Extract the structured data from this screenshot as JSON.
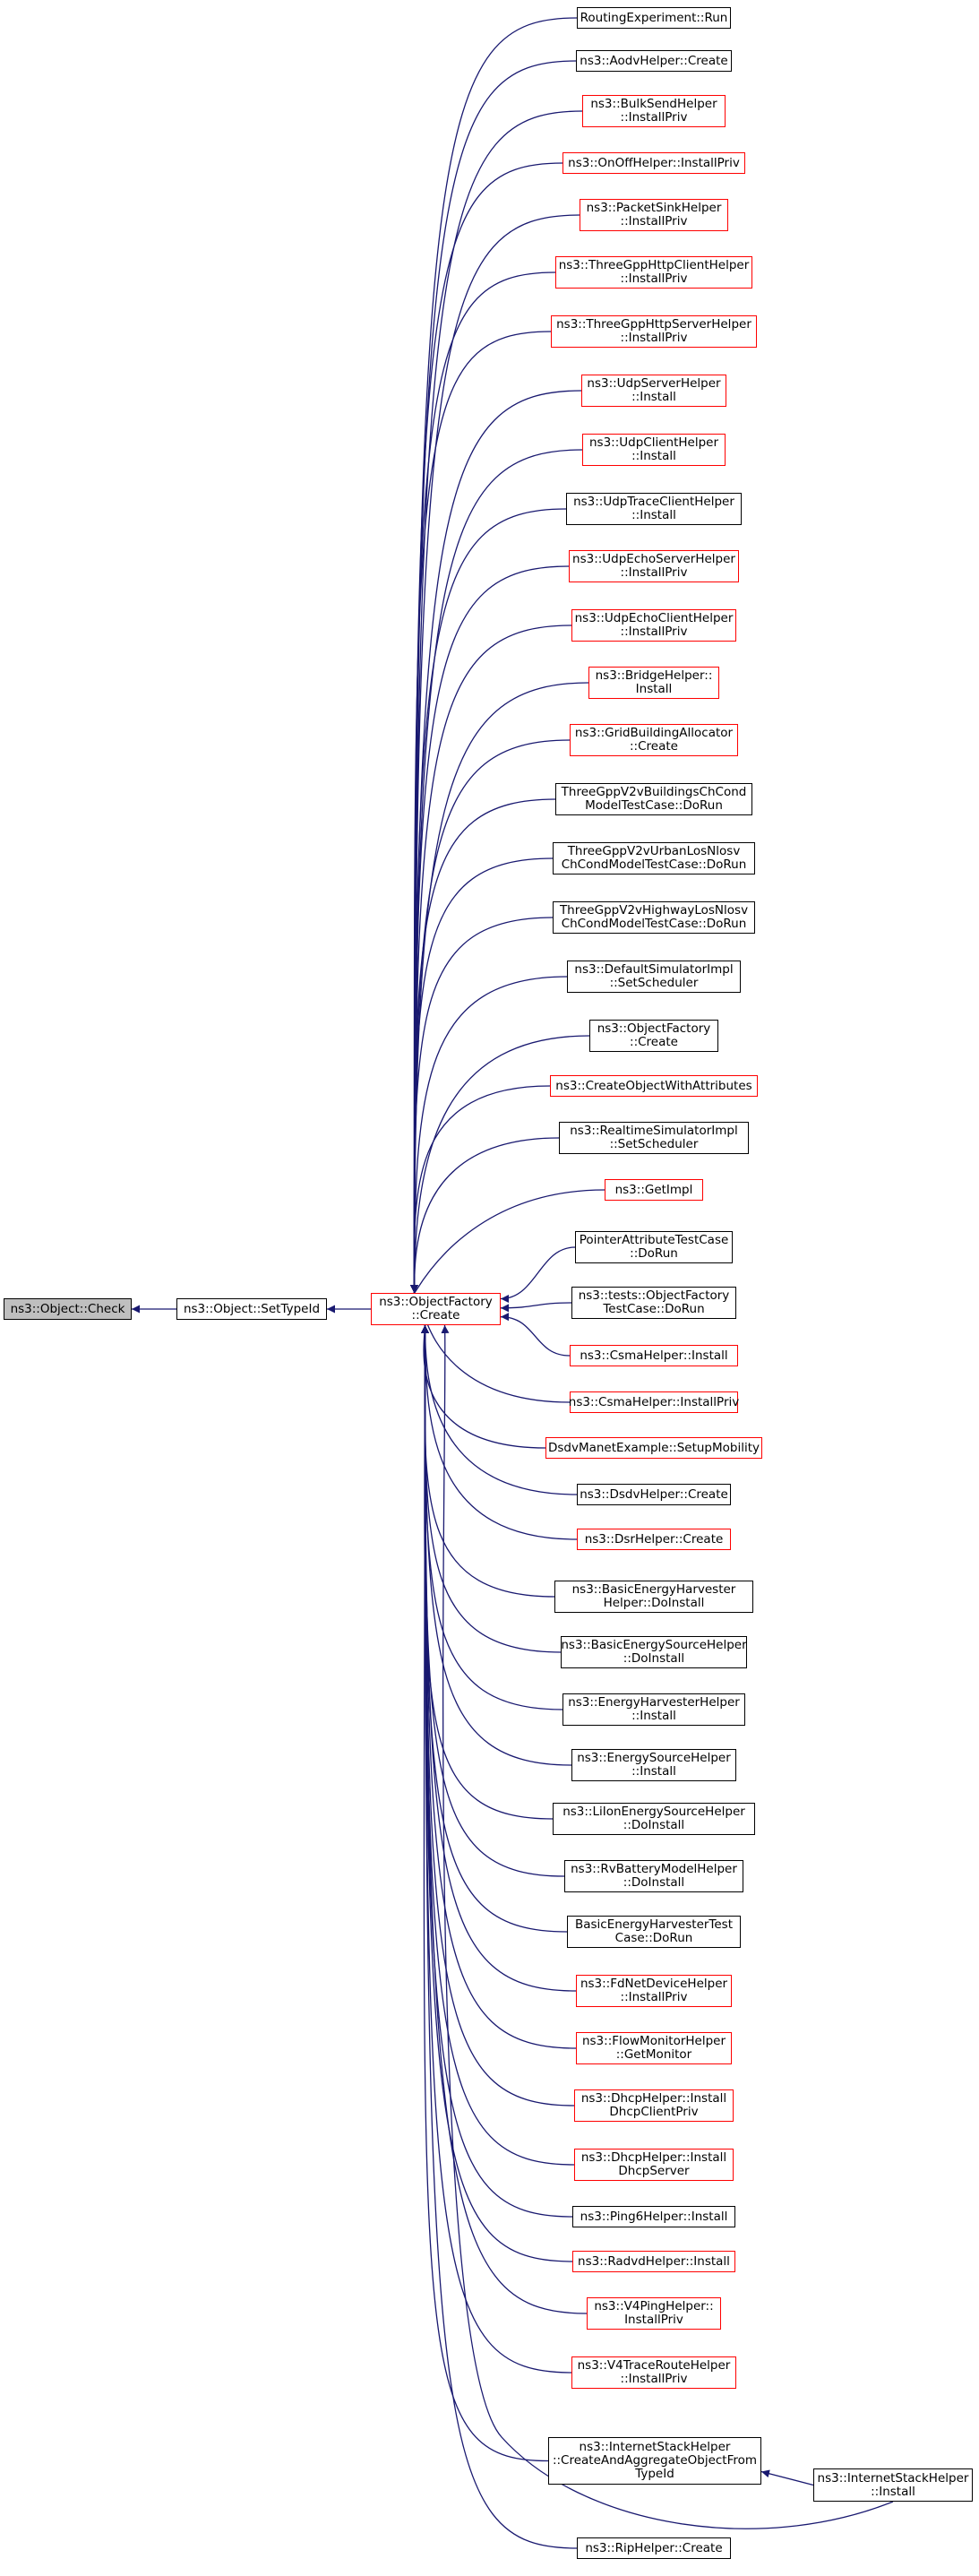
{
  "diagram": {
    "type": "doxygen-caller-graph",
    "colors": {
      "edge": "#191970",
      "node_border": "#000000",
      "incomplete_border": "#ff0000",
      "root_fill": "#bfbfbf"
    },
    "nodes": [
      {
        "id": "root",
        "label": "ns3::Object::Check",
        "style": "root"
      },
      {
        "id": "settypeid",
        "label": "ns3::Object::SetTypeId",
        "style": "black"
      },
      {
        "id": "of_create",
        "label": "ns3::ObjectFactory\n::Create",
        "style": "red"
      },
      {
        "id": "c0",
        "label": "RoutingExperiment::Run",
        "style": "black"
      },
      {
        "id": "c1",
        "label": "ns3::AodvHelper::Create",
        "style": "black"
      },
      {
        "id": "c2",
        "label": "ns3::BulkSendHelper\n::InstallPriv",
        "style": "red"
      },
      {
        "id": "c3",
        "label": "ns3::OnOffHelper::InstallPriv",
        "style": "red"
      },
      {
        "id": "c4",
        "label": "ns3::PacketSinkHelper\n::InstallPriv",
        "style": "red"
      },
      {
        "id": "c5",
        "label": "ns3::ThreeGppHttpClientHelper\n::InstallPriv",
        "style": "red"
      },
      {
        "id": "c6",
        "label": "ns3::ThreeGppHttpServerHelper\n::InstallPriv",
        "style": "red"
      },
      {
        "id": "c7",
        "label": "ns3::UdpServerHelper\n::Install",
        "style": "red"
      },
      {
        "id": "c8",
        "label": "ns3::UdpClientHelper\n::Install",
        "style": "red"
      },
      {
        "id": "c9",
        "label": "ns3::UdpTraceClientHelper\n::Install",
        "style": "black"
      },
      {
        "id": "c10",
        "label": "ns3::UdpEchoServerHelper\n::InstallPriv",
        "style": "red"
      },
      {
        "id": "c11",
        "label": "ns3::UdpEchoClientHelper\n::InstallPriv",
        "style": "red"
      },
      {
        "id": "c12",
        "label": "ns3::BridgeHelper::\nInstall",
        "style": "red"
      },
      {
        "id": "c13",
        "label": "ns3::GridBuildingAllocator\n::Create",
        "style": "red"
      },
      {
        "id": "c14",
        "label": "ThreeGppV2vBuildingsChCond\nModelTestCase::DoRun",
        "style": "black"
      },
      {
        "id": "c15",
        "label": "ThreeGppV2vUrbanLosNlosv\nChCondModelTestCase::DoRun",
        "style": "black"
      },
      {
        "id": "c16",
        "label": "ThreeGppV2vHighwayLosNlosv\nChCondModelTestCase::DoRun",
        "style": "black"
      },
      {
        "id": "c17",
        "label": "ns3::DefaultSimulatorImpl\n::SetScheduler",
        "style": "black"
      },
      {
        "id": "c18",
        "label": "ns3::ObjectFactory\n::Create",
        "style": "black"
      },
      {
        "id": "c19",
        "label": "ns3::CreateObjectWithAttributes",
        "style": "red"
      },
      {
        "id": "c20",
        "label": "ns3::RealtimeSimulatorImpl\n::SetScheduler",
        "style": "black"
      },
      {
        "id": "c21",
        "label": "ns3::GetImpl",
        "style": "red"
      },
      {
        "id": "c22",
        "label": "PointerAttributeTestCase\n::DoRun",
        "style": "black"
      },
      {
        "id": "c23",
        "label": "ns3::tests::ObjectFactory\nTestCase::DoRun",
        "style": "black"
      },
      {
        "id": "c24",
        "label": "ns3::CsmaHelper::Install",
        "style": "red"
      },
      {
        "id": "c25",
        "label": "ns3::CsmaHelper::InstallPriv",
        "style": "red"
      },
      {
        "id": "c26",
        "label": "DsdvManetExample::SetupMobility",
        "style": "red"
      },
      {
        "id": "c27",
        "label": "ns3::DsdvHelper::Create",
        "style": "black"
      },
      {
        "id": "c28",
        "label": "ns3::DsrHelper::Create",
        "style": "red"
      },
      {
        "id": "c29",
        "label": "ns3::BasicEnergyHarvester\nHelper::DoInstall",
        "style": "black"
      },
      {
        "id": "c30",
        "label": "ns3::BasicEnergySourceHelper\n::DoInstall",
        "style": "black"
      },
      {
        "id": "c31",
        "label": "ns3::EnergyHarvesterHelper\n::Install",
        "style": "black"
      },
      {
        "id": "c32",
        "label": "ns3::EnergySourceHelper\n::Install",
        "style": "black"
      },
      {
        "id": "c33",
        "label": "ns3::LiIonEnergySourceHelper\n::DoInstall",
        "style": "black"
      },
      {
        "id": "c34",
        "label": "ns3::RvBatteryModelHelper\n::DoInstall",
        "style": "black"
      },
      {
        "id": "c35",
        "label": "BasicEnergyHarvesterTest\nCase::DoRun",
        "style": "black"
      },
      {
        "id": "c36",
        "label": "ns3::FdNetDeviceHelper\n::InstallPriv",
        "style": "red"
      },
      {
        "id": "c37",
        "label": "ns3::FlowMonitorHelper\n::GetMonitor",
        "style": "red"
      },
      {
        "id": "c38",
        "label": "ns3::DhcpHelper::Install\nDhcpClientPriv",
        "style": "red"
      },
      {
        "id": "c39",
        "label": "ns3::DhcpHelper::Install\nDhcpServer",
        "style": "red"
      },
      {
        "id": "c40",
        "label": "ns3::Ping6Helper::Install",
        "style": "black"
      },
      {
        "id": "c41",
        "label": "ns3::RadvdHelper::Install",
        "style": "red"
      },
      {
        "id": "c42",
        "label": "ns3::V4PingHelper::\nInstallPriv",
        "style": "red"
      },
      {
        "id": "c43",
        "label": "ns3::V4TraceRouteHelper\n::InstallPriv",
        "style": "red"
      },
      {
        "id": "c44",
        "label": "ns3::InternetStackHelper\n::CreateAndAggregateObjectFrom\nTypeId",
        "style": "black"
      },
      {
        "id": "c45",
        "label": "ns3::RipHelper::Create",
        "style": "black"
      },
      {
        "id": "ish_install",
        "label": "ns3::InternetStackHelper\n::Install",
        "style": "black"
      }
    ],
    "edges": [
      [
        "settypeid",
        "root"
      ],
      [
        "of_create",
        "settypeid"
      ],
      [
        "c0",
        "of_create"
      ],
      [
        "c1",
        "of_create"
      ],
      [
        "c2",
        "of_create"
      ],
      [
        "c3",
        "of_create"
      ],
      [
        "c4",
        "of_create"
      ],
      [
        "c5",
        "of_create"
      ],
      [
        "c6",
        "of_create"
      ],
      [
        "c7",
        "of_create"
      ],
      [
        "c8",
        "of_create"
      ],
      [
        "c9",
        "of_create"
      ],
      [
        "c10",
        "of_create"
      ],
      [
        "c11",
        "of_create"
      ],
      [
        "c12",
        "of_create"
      ],
      [
        "c13",
        "of_create"
      ],
      [
        "c14",
        "of_create"
      ],
      [
        "c15",
        "of_create"
      ],
      [
        "c16",
        "of_create"
      ],
      [
        "c17",
        "of_create"
      ],
      [
        "c18",
        "of_create"
      ],
      [
        "c19",
        "of_create"
      ],
      [
        "c20",
        "of_create"
      ],
      [
        "c21",
        "of_create"
      ],
      [
        "c22",
        "of_create"
      ],
      [
        "c23",
        "of_create"
      ],
      [
        "c24",
        "of_create"
      ],
      [
        "c25",
        "of_create"
      ],
      [
        "c26",
        "of_create"
      ],
      [
        "c27",
        "of_create"
      ],
      [
        "c28",
        "of_create"
      ],
      [
        "c29",
        "of_create"
      ],
      [
        "c30",
        "of_create"
      ],
      [
        "c31",
        "of_create"
      ],
      [
        "c32",
        "of_create"
      ],
      [
        "c33",
        "of_create"
      ],
      [
        "c34",
        "of_create"
      ],
      [
        "c35",
        "of_create"
      ],
      [
        "c36",
        "of_create"
      ],
      [
        "c37",
        "of_create"
      ],
      [
        "c38",
        "of_create"
      ],
      [
        "c39",
        "of_create"
      ],
      [
        "c40",
        "of_create"
      ],
      [
        "c41",
        "of_create"
      ],
      [
        "c42",
        "of_create"
      ],
      [
        "c43",
        "of_create"
      ],
      [
        "c44",
        "of_create"
      ],
      [
        "c45",
        "of_create"
      ],
      [
        "ish_install",
        "of_create"
      ],
      [
        "ish_install",
        "c44"
      ]
    ]
  }
}
